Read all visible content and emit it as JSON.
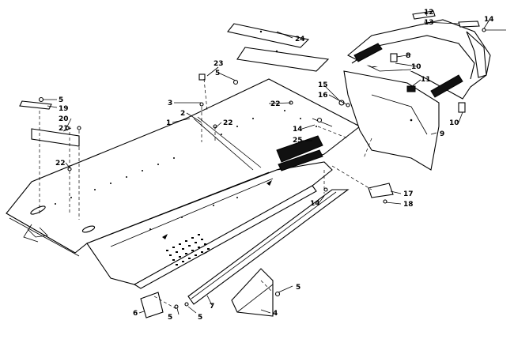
{
  "diagram": {
    "callouts": [
      {
        "id": "c12",
        "text": "12"
      },
      {
        "id": "c13",
        "text": "13"
      },
      {
        "id": "c14a",
        "text": "14"
      },
      {
        "id": "c24",
        "text": "24"
      },
      {
        "id": "c8",
        "text": "8"
      },
      {
        "id": "c10a",
        "text": "10"
      },
      {
        "id": "c23",
        "text": "23"
      },
      {
        "id": "c5a",
        "text": "5"
      },
      {
        "id": "c15",
        "text": "15"
      },
      {
        "id": "c16",
        "text": "16"
      },
      {
        "id": "c11",
        "text": "11"
      },
      {
        "id": "c3",
        "text": "3"
      },
      {
        "id": "c22a",
        "text": "22"
      },
      {
        "id": "c2",
        "text": "2"
      },
      {
        "id": "c5b",
        "text": "5"
      },
      {
        "id": "c19",
        "text": "19"
      },
      {
        "id": "c20",
        "text": "20"
      },
      {
        "id": "c21",
        "text": "21"
      },
      {
        "id": "c1",
        "text": "1"
      },
      {
        "id": "c22b",
        "text": "22"
      },
      {
        "id": "c14b",
        "text": "14"
      },
      {
        "id": "c25",
        "text": "25"
      },
      {
        "id": "c10b",
        "text": "10"
      },
      {
        "id": "c9",
        "text": "9"
      },
      {
        "id": "c22c",
        "text": "22"
      },
      {
        "id": "c14c",
        "text": "14"
      },
      {
        "id": "c17",
        "text": "17"
      },
      {
        "id": "c18",
        "text": "18"
      },
      {
        "id": "c5c",
        "text": "5"
      },
      {
        "id": "c6",
        "text": "6"
      },
      {
        "id": "c7",
        "text": "7"
      },
      {
        "id": "c4",
        "text": "4"
      },
      {
        "id": "c5d",
        "text": "5"
      },
      {
        "id": "c5e",
        "text": "5"
      }
    ]
  }
}
